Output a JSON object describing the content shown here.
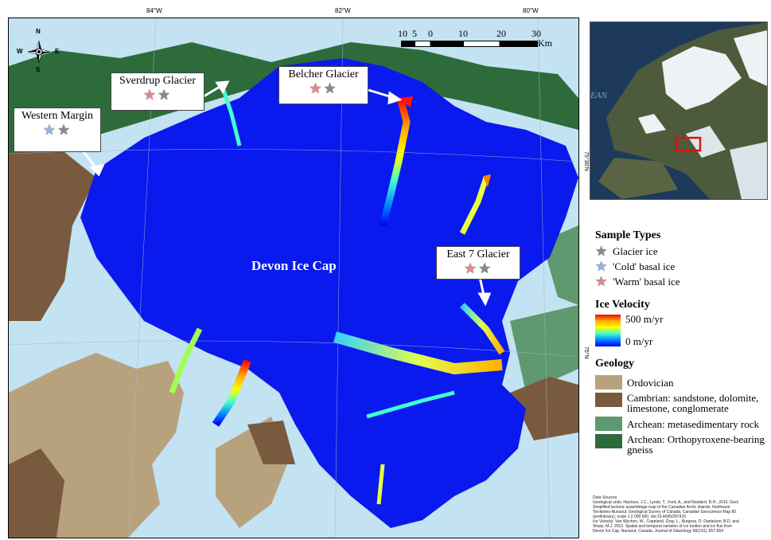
{
  "map": {
    "title": "Devon Ice Cap",
    "longitude_labels": [
      "84°W",
      "82°W",
      "80°W"
    ],
    "latitude_labels": [
      "75°30'N",
      "75°N"
    ],
    "north_arrow": {
      "n": "N",
      "s": "S",
      "e": "E",
      "w": "W"
    },
    "scale": {
      "ticks": [
        "10",
        "5",
        "0",
        "10",
        "20",
        "30"
      ],
      "unit": "Km"
    }
  },
  "callouts": [
    {
      "label": "Western Margin",
      "stars": [
        "blue",
        "grey"
      ]
    },
    {
      "label": "Sverdrup Glacier",
      "stars": [
        "red",
        "grey"
      ]
    },
    {
      "label": "Belcher Glacier",
      "stars": [
        "red",
        "grey"
      ]
    },
    {
      "label": "East 7 Glacier",
      "stars": [
        "red",
        "grey"
      ]
    }
  ],
  "inset": {
    "partial_label": "EAN"
  },
  "legend": {
    "sample_types_title": "Sample Types",
    "sample_types": [
      {
        "label": "Glacier ice",
        "color": "#8a8a8a"
      },
      {
        "label": "'Cold' basal ice",
        "color": "#8fb6e6"
      },
      {
        "label": "'Warm' basal ice",
        "color": "#e8858a"
      }
    ],
    "velocity_title": "Ice Velocity",
    "velocity_max": "500 m/yr",
    "velocity_min": "0 m/yr",
    "geology_title": "Geology",
    "geology": [
      {
        "label": "Ordovician",
        "color": "#b8a27e"
      },
      {
        "label": "Cambrian: sandstone, dolomite,",
        "label2": "limestone, conglomerate",
        "color": "#7a5a3e"
      },
      {
        "label": "Archean: metasedimentary rock",
        "color": "#5e9970"
      },
      {
        "label": "Archean: Orthopyroxene-bearing",
        "label2": "gneiss",
        "color": "#2e6b3b"
      }
    ]
  },
  "data_sources": [
    "Data Sources",
    "Geological units: Harrison, J.C., Lynds, T., Ford, A., and Rainbird, R.H., 2016. Geol",
    "Simplified tectonic assemblage map of the Canadian Arctic Islands, Northwest",
    "Territories-Nunavut; Geological Survey of Canada, Canadian Geoscience Map 80",
    "(preliminary), scale 1:2 000 000.  doi:10.4095/297416",
    "Ice Velocity: Van Wychen, W., Copeland, Gray, L., Burgess, D. Danielson, B.D. and",
    "Sharp, M.J. 2012. Spatial and temporal variation of ice motion and ice flux from",
    "Devon Ice Cap, Nunavut, Canada. Journal of Glaciology 58(210), 657-664"
  ]
}
